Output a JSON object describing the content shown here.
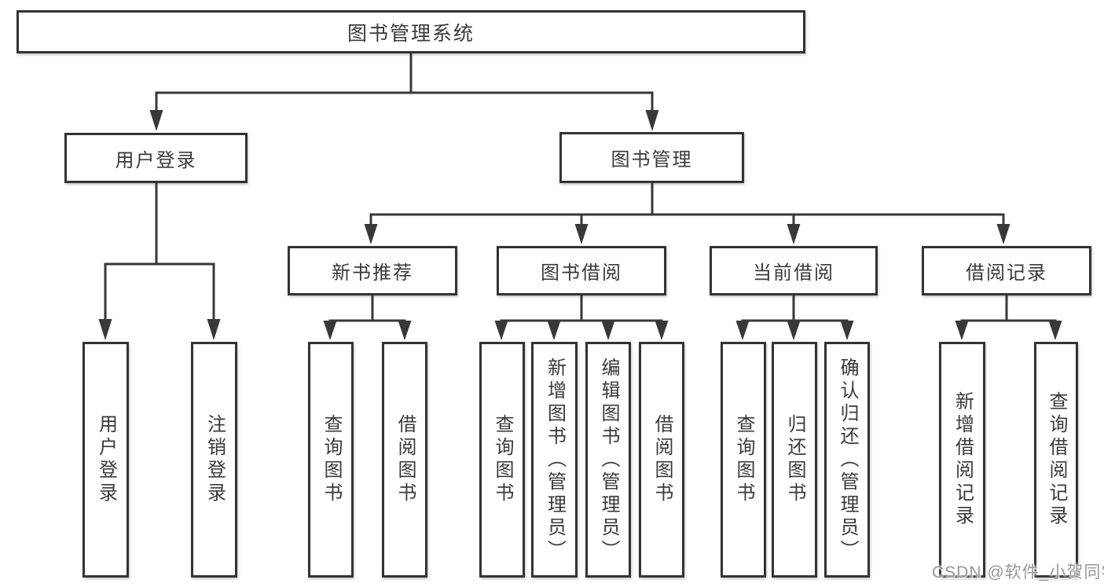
{
  "diagram_title": "图书管理系统",
  "nodes": {
    "root": {
      "label": "图书管理系统"
    },
    "user_login": {
      "label": "用户登录"
    },
    "book_management": {
      "label": "图书管理"
    },
    "new_book_recommend": {
      "label": "新书推荐"
    },
    "book_borrowing": {
      "label": "图书借阅"
    },
    "current_borrowing": {
      "label": "当前借阅"
    },
    "borrowing_records": {
      "label": "借阅记录"
    },
    "leaf_user_login": {
      "label": "用户登录"
    },
    "leaf_logout": {
      "label": "注销登录"
    },
    "leaf_search_books_1": {
      "label": "查询图书"
    },
    "leaf_borrow_books_1": {
      "label": "借阅图书"
    },
    "leaf_search_books_2": {
      "label": "查询图书"
    },
    "leaf_add_books": {
      "label": "新增图书（管理员）"
    },
    "leaf_edit_books": {
      "label": "编辑图书（管理员）"
    },
    "leaf_borrow_books_2": {
      "label": "借阅图书"
    },
    "leaf_search_books_3": {
      "label": "查询图书"
    },
    "leaf_return_books": {
      "label": "归还图书"
    },
    "leaf_confirm_return": {
      "label": "确认归还（管理员）"
    },
    "leaf_add_borrow_record": {
      "label": "新增借阅记录"
    },
    "leaf_search_borrow_record": {
      "label": "查询借阅记录"
    }
  },
  "hierarchy": {
    "图书管理系统": {
      "用户登录": [
        "用户登录",
        "注销登录"
      ],
      "图书管理": {
        "新书推荐": [
          "查询图书",
          "借阅图书"
        ],
        "图书借阅": [
          "查询图书",
          "新增图书（管理员）",
          "编辑图书（管理员）",
          "借阅图书"
        ],
        "当前借阅": [
          "查询图书",
          "归还图书",
          "确认归还（管理员）"
        ],
        "借阅记录": [
          "新增借阅记录",
          "查询借阅记录"
        ]
      }
    }
  },
  "watermark": {
    "text": "CSDN @软件_小贺同学"
  },
  "colors": {
    "line": "#383838",
    "box_border": "#333333",
    "box_bg": "#ffffff",
    "text": "#3a3a3a",
    "background": "#ffffff",
    "watermark": "#98989c"
  }
}
